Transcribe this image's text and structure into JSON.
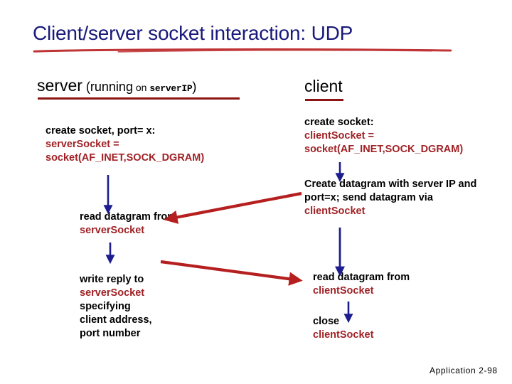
{
  "slide": {
    "title": "Client/server socket interaction: UDP",
    "footer": "Application 2-98"
  },
  "colors": {
    "title": "#18197a",
    "title_rule": "#c03436",
    "code_red": "#a02226",
    "header_underline": "#8c1414",
    "arrow_blue": "#1d1d8f",
    "arrow_red": "#b61f1f",
    "text_black": "#000000",
    "background": "#ffffff"
  },
  "server": {
    "header": {
      "word_main": "server",
      "paren_open": " (",
      "word_running": "running",
      "word_on": " on ",
      "mono_ip": "serverIP",
      "paren_close": ")"
    },
    "steps": [
      {
        "name": "create-socket",
        "lines": [
          {
            "text": "create socket, port= x:",
            "color": "black"
          },
          {
            "text": "serverSocket =",
            "color": "red"
          },
          {
            "text": "socket(AF_INET,SOCK_DGRAM)",
            "color": "red"
          }
        ]
      },
      {
        "name": "read-datagram",
        "lines": [
          {
            "text": "read datagram from",
            "color": "black"
          },
          {
            "text": "serverSocket",
            "color": "red"
          }
        ]
      },
      {
        "name": "write-reply",
        "lines": [
          {
            "text": "write reply to",
            "color": "black"
          },
          {
            "text": "serverSocket",
            "color": "red"
          },
          {
            "text": "specifying",
            "color": "black"
          },
          {
            "text": "client address,",
            "color": "black"
          },
          {
            "text": "port number",
            "color": "black"
          }
        ]
      }
    ]
  },
  "client": {
    "header": {
      "word_main": "client"
    },
    "steps": [
      {
        "name": "create-socket",
        "lines": [
          {
            "text": "create socket:",
            "color": "black"
          },
          {
            "text": "clientSocket =",
            "color": "red"
          },
          {
            "text": "socket(AF_INET,SOCK_DGRAM)",
            "color": "red"
          }
        ]
      },
      {
        "name": "create-datagram",
        "lines": [
          {
            "text": "Create datagram with server IP and",
            "color": "black"
          },
          {
            "text": "port=x; send datagram via",
            "color": "black"
          },
          {
            "text": "clientSocket",
            "color": "red"
          }
        ]
      },
      {
        "name": "read-datagram",
        "lines": [
          {
            "text": "read datagram from",
            "color": "black"
          },
          {
            "text": "clientSocket",
            "color": "red"
          }
        ]
      },
      {
        "name": "close-socket",
        "lines": [
          {
            "text": "close",
            "color": "black"
          },
          {
            "text": "clientSocket",
            "color": "red"
          }
        ]
      }
    ]
  },
  "arrows": {
    "server_flow_1": "down-arrow-icon",
    "server_flow_2": "down-arrow-icon",
    "client_flow_1": "down-arrow-icon",
    "client_flow_2": "down-arrow-icon",
    "client_flow_3": "down-arrow-icon",
    "send_datagram": "diagonal-arrow-left-icon",
    "reply_datagram": "diagonal-arrow-right-icon"
  }
}
